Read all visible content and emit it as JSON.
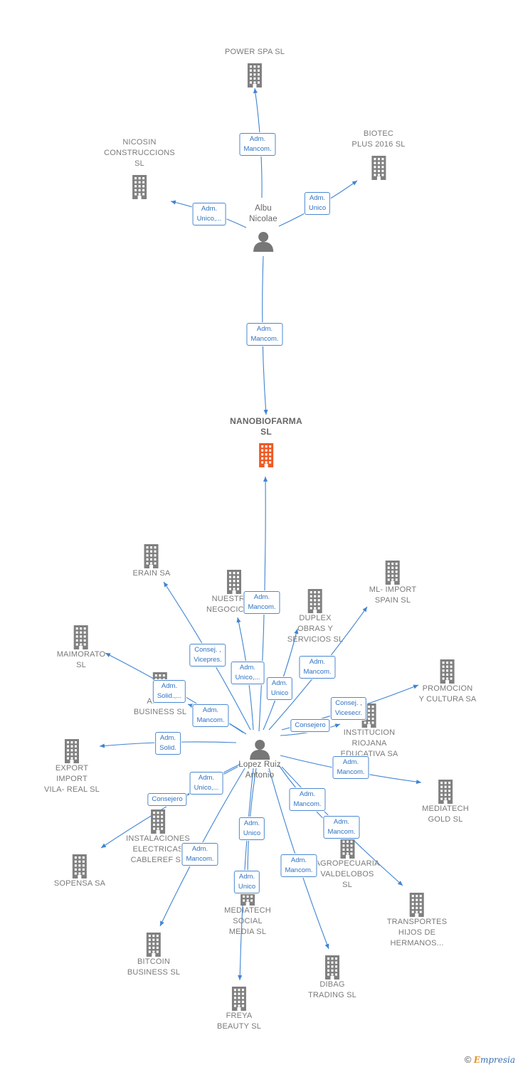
{
  "colors": {
    "edge": "#3f84d2",
    "building": "#808080",
    "center_building": "#ee5a24",
    "person": "#777777"
  },
  "center": {
    "id": "nanobiofarma",
    "label": "NANOBIOFARMA\nSL"
  },
  "persons": [
    {
      "id": "albu",
      "label": "Albu\nNicolae"
    },
    {
      "id": "lopez",
      "label": "Lopez Ruiz\nAntonio"
    }
  ],
  "companies": [
    {
      "id": "power",
      "label": "POWER SPA SL"
    },
    {
      "id": "nicosin",
      "label": "NICOSIN\nCONSTRUCCIONS\nSL"
    },
    {
      "id": "biotec",
      "label": "BIOTEC\nPLUS 2016  SL"
    },
    {
      "id": "erain",
      "label": "ERAIN SA"
    },
    {
      "id": "nuestros",
      "label": "NUESTROS\nNEGOCIOS SL"
    },
    {
      "id": "duplex",
      "label": "DUPLEX\nOBRAS Y\nSERVICIOS  SL"
    },
    {
      "id": "mlimport",
      "label": "ML- IMPORT\nSPAIN  SL"
    },
    {
      "id": "maimorato",
      "label": "MAIMORATO\nSL"
    },
    {
      "id": "anjo",
      "label": "ANJO -\nBUSINESS  SL"
    },
    {
      "id": "promocion",
      "label": "PROMOCION\nY CULTURA SA"
    },
    {
      "id": "institucion",
      "label": "INSTITUCION\nRIOJANA\nEDUCATIVA SA"
    },
    {
      "id": "export",
      "label": "EXPORT\nIMPORT\nVILA- REAL SL"
    },
    {
      "id": "mediagold",
      "label": "MEDIATECH\nGOLD  SL"
    },
    {
      "id": "instalaciones",
      "label": "INSTALACIONES\nELECTRICAS\nCABLEREF SL"
    },
    {
      "id": "sopensa",
      "label": "SOPENSA SA"
    },
    {
      "id": "agropecuaria",
      "label": "AGROPECUARIA\nVALDELOBOS\nSL"
    },
    {
      "id": "transportes",
      "label": "TRANSPORTES\nHIJOS DE\nHERMANOS..."
    },
    {
      "id": "mediasocial",
      "label": "MEDIATECH\nSOCIAL\nMEDIA  SL"
    },
    {
      "id": "bitcoin",
      "label": "BITCOIN\nBUSINESS  SL"
    },
    {
      "id": "dibag",
      "label": "DIBAG\nTRADING  SL"
    },
    {
      "id": "freya",
      "label": "FREYA\nBEAUTY  SL"
    }
  ],
  "edges": [
    {
      "from": "albu",
      "to": "power",
      "label": "Adm.\nMancom."
    },
    {
      "from": "albu",
      "to": "nicosin",
      "label": "Adm.\nUnico,..."
    },
    {
      "from": "albu",
      "to": "biotec",
      "label": "Adm.\nUnico"
    },
    {
      "from": "albu",
      "to": "nanobiofarma",
      "label": "Adm.\nMancom."
    },
    {
      "from": "lopez",
      "to": "nanobiofarma",
      "label": "Adm.\nMancom."
    },
    {
      "from": "lopez",
      "to": "erain",
      "label": "Consej. ,\nVicepres."
    },
    {
      "from": "lopez",
      "to": "nuestros",
      "label": "Adm.\nUnico,..."
    },
    {
      "from": "lopez",
      "to": "duplex",
      "label": "Adm.\nUnico"
    },
    {
      "from": "lopez",
      "to": "mlimport",
      "label": "Adm.\nMancom."
    },
    {
      "from": "lopez",
      "to": "maimorato",
      "label": "Adm.\nSolid.,..."
    },
    {
      "from": "lopez",
      "to": "anjo",
      "label": "Adm.\nMancom."
    },
    {
      "from": "lopez",
      "to": "promocion",
      "label": "Consej. ,\nVicesecr."
    },
    {
      "from": "lopez",
      "to": "institucion",
      "label": "Consejero"
    },
    {
      "from": "lopez",
      "to": "export",
      "label": "Adm.\nSolid."
    },
    {
      "from": "lopez",
      "to": "mediagold",
      "label": "Adm.\nMancom."
    },
    {
      "from": "lopez",
      "to": "instalaciones",
      "label": "Adm.\nUnico,..."
    },
    {
      "from": "lopez",
      "to": "sopensa",
      "label": "Consejero"
    },
    {
      "from": "lopez",
      "to": "agropecuaria",
      "label": "Adm.\nMancom."
    },
    {
      "from": "lopez",
      "to": "transportes",
      "label": "Adm.\nMancom."
    },
    {
      "from": "lopez",
      "to": "mediasocial",
      "label": "Adm.\nUnico"
    },
    {
      "from": "lopez",
      "to": "bitcoin",
      "label": "Adm.\nMancom."
    },
    {
      "from": "lopez",
      "to": "dibag",
      "label": "Adm.\nMancom."
    },
    {
      "from": "lopez",
      "to": "freya",
      "label": "Adm.\nUnico"
    }
  ],
  "credit": {
    "symbol": "©",
    "brand_initial": "E",
    "brand_rest": "mpresia"
  }
}
